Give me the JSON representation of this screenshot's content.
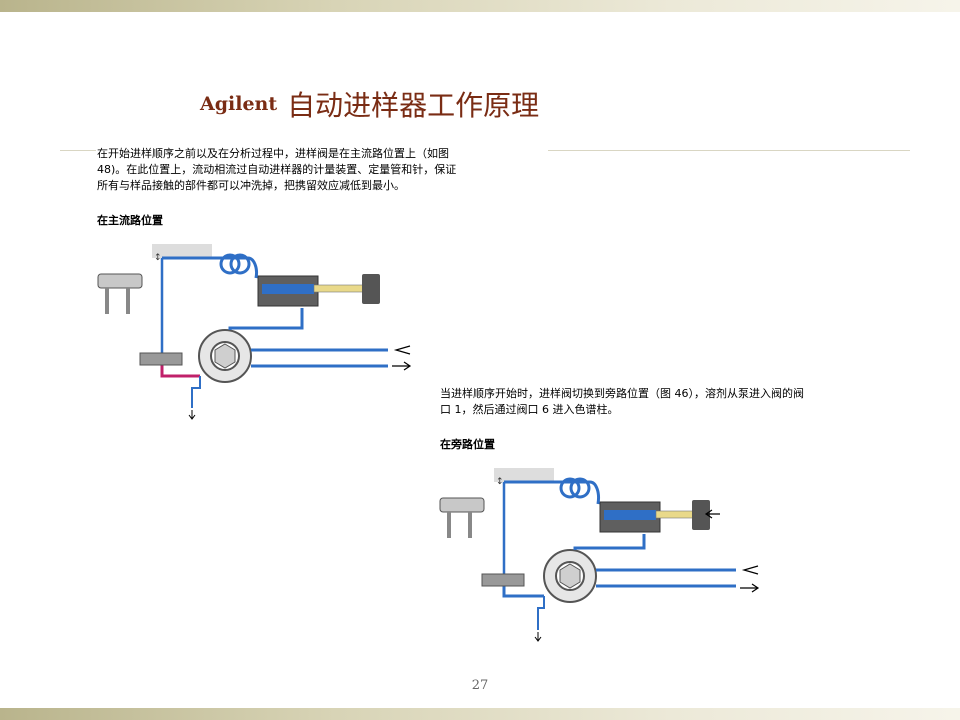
{
  "header": {
    "brand": "Agilent",
    "title": "自动进样器工作原理"
  },
  "section1": {
    "paragraph_lines": [
      "在开始进样顺序之前以及在分析过程中，进样阀是在主流路位置上（如图",
      "48)。在此位置上，流动相流过自动进样器的计量装置、定量管和针，保证",
      "所有与样品接触的部件都可以冲洗掉，把携留效应减低到最小。"
    ],
    "heading": "在主流路位置"
  },
  "section2": {
    "paragraph_lines": [
      "当进样顺序开始时，进样阀切换到旁路位置（图 46），溶剂从泵进入阀的阀",
      "口 1，然后通过阀口 6 进入色谱柱。"
    ],
    "heading": "在旁路位置"
  },
  "footer": {
    "page_number": "27"
  },
  "colors": {
    "title": "#7a2c14",
    "flow_blue": "#2f6fc6",
    "sample_path": "#c0206a",
    "body_gray": "#8a8a8a",
    "dark_gray": "#3e3e3e",
    "band": "#d8d4b6"
  }
}
